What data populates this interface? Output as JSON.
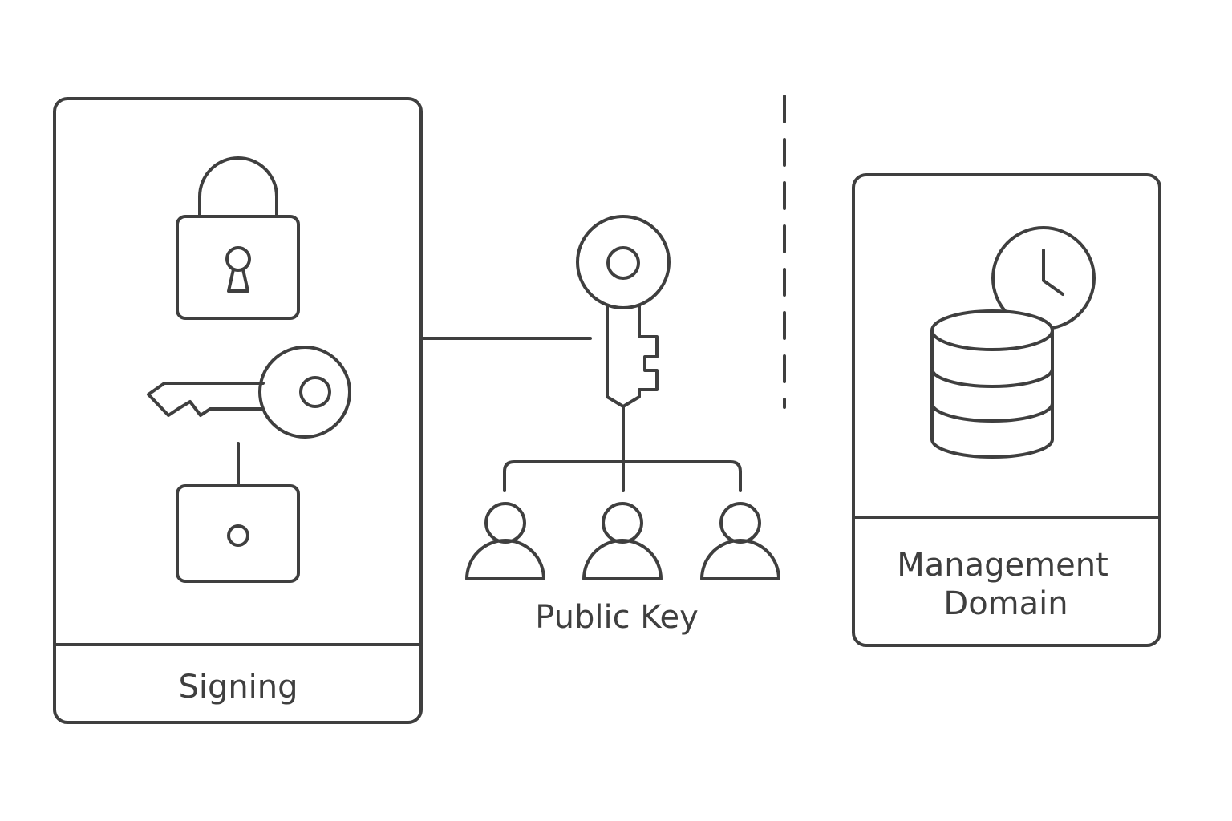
{
  "labels": {
    "signing": "Signing",
    "public_key": "Public Key",
    "management_line1": "Management",
    "management_line2": "Domain"
  },
  "colors": {
    "stroke": "#3f3f3f",
    "background": "#ffffff"
  },
  "icons": {
    "signing_panel": [
      "padlock-icon",
      "key-icon",
      "device-icon"
    ],
    "center": [
      "key-icon",
      "user-icon",
      "user-icon",
      "user-icon"
    ],
    "management_panel": [
      "clock-icon",
      "database-icon"
    ]
  }
}
